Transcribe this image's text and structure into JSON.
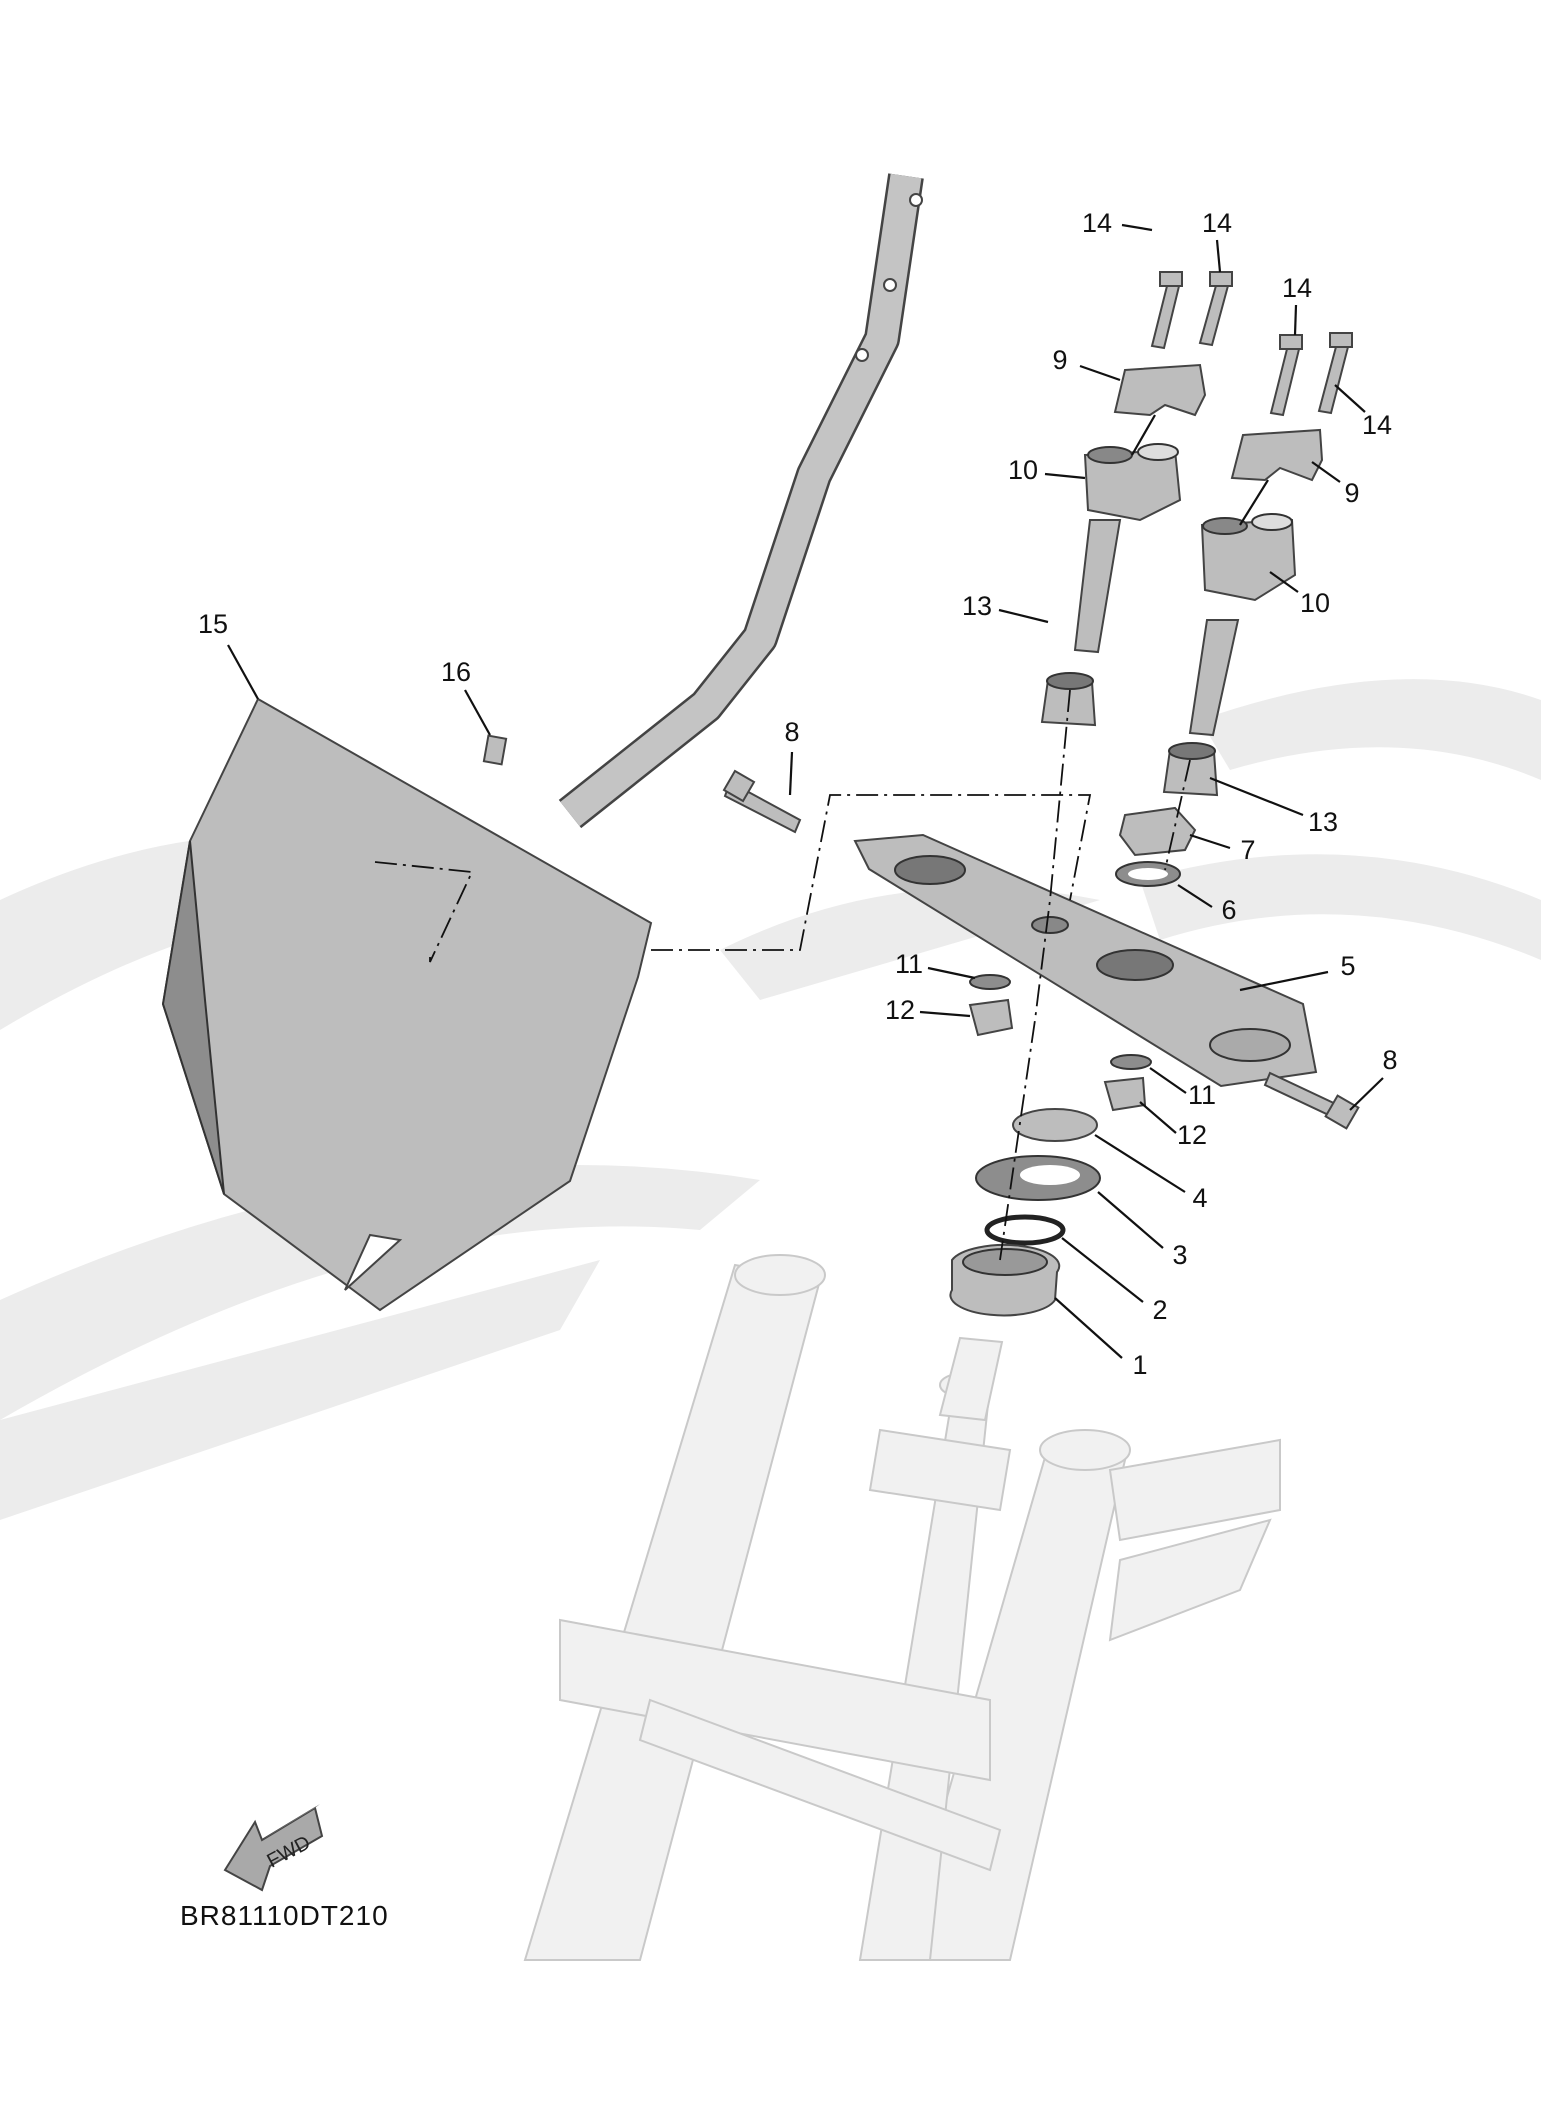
{
  "diagram_code": "BR81110DT210",
  "fwd_label": "FWD",
  "callouts": {
    "c1": "1",
    "c2": "2",
    "c3": "3",
    "c4": "4",
    "c5": "5",
    "c6": "6",
    "c7": "7",
    "c8a": "8",
    "c8b": "8",
    "c9a": "9",
    "c9b": "9",
    "c10a": "10",
    "c10b": "10",
    "c11a": "11",
    "c11b": "11",
    "c12a": "12",
    "c12b": "12",
    "c13a": "13",
    "c13b": "13",
    "c14a": "14",
    "c14b": "14",
    "c14c": "14",
    "c14d": "14",
    "c15": "15",
    "c16": "16"
  },
  "colors": {
    "part": "#bdbdbd",
    "outline": "#444444",
    "ghost": "#f1f1f1",
    "watermark": "#ececec"
  }
}
